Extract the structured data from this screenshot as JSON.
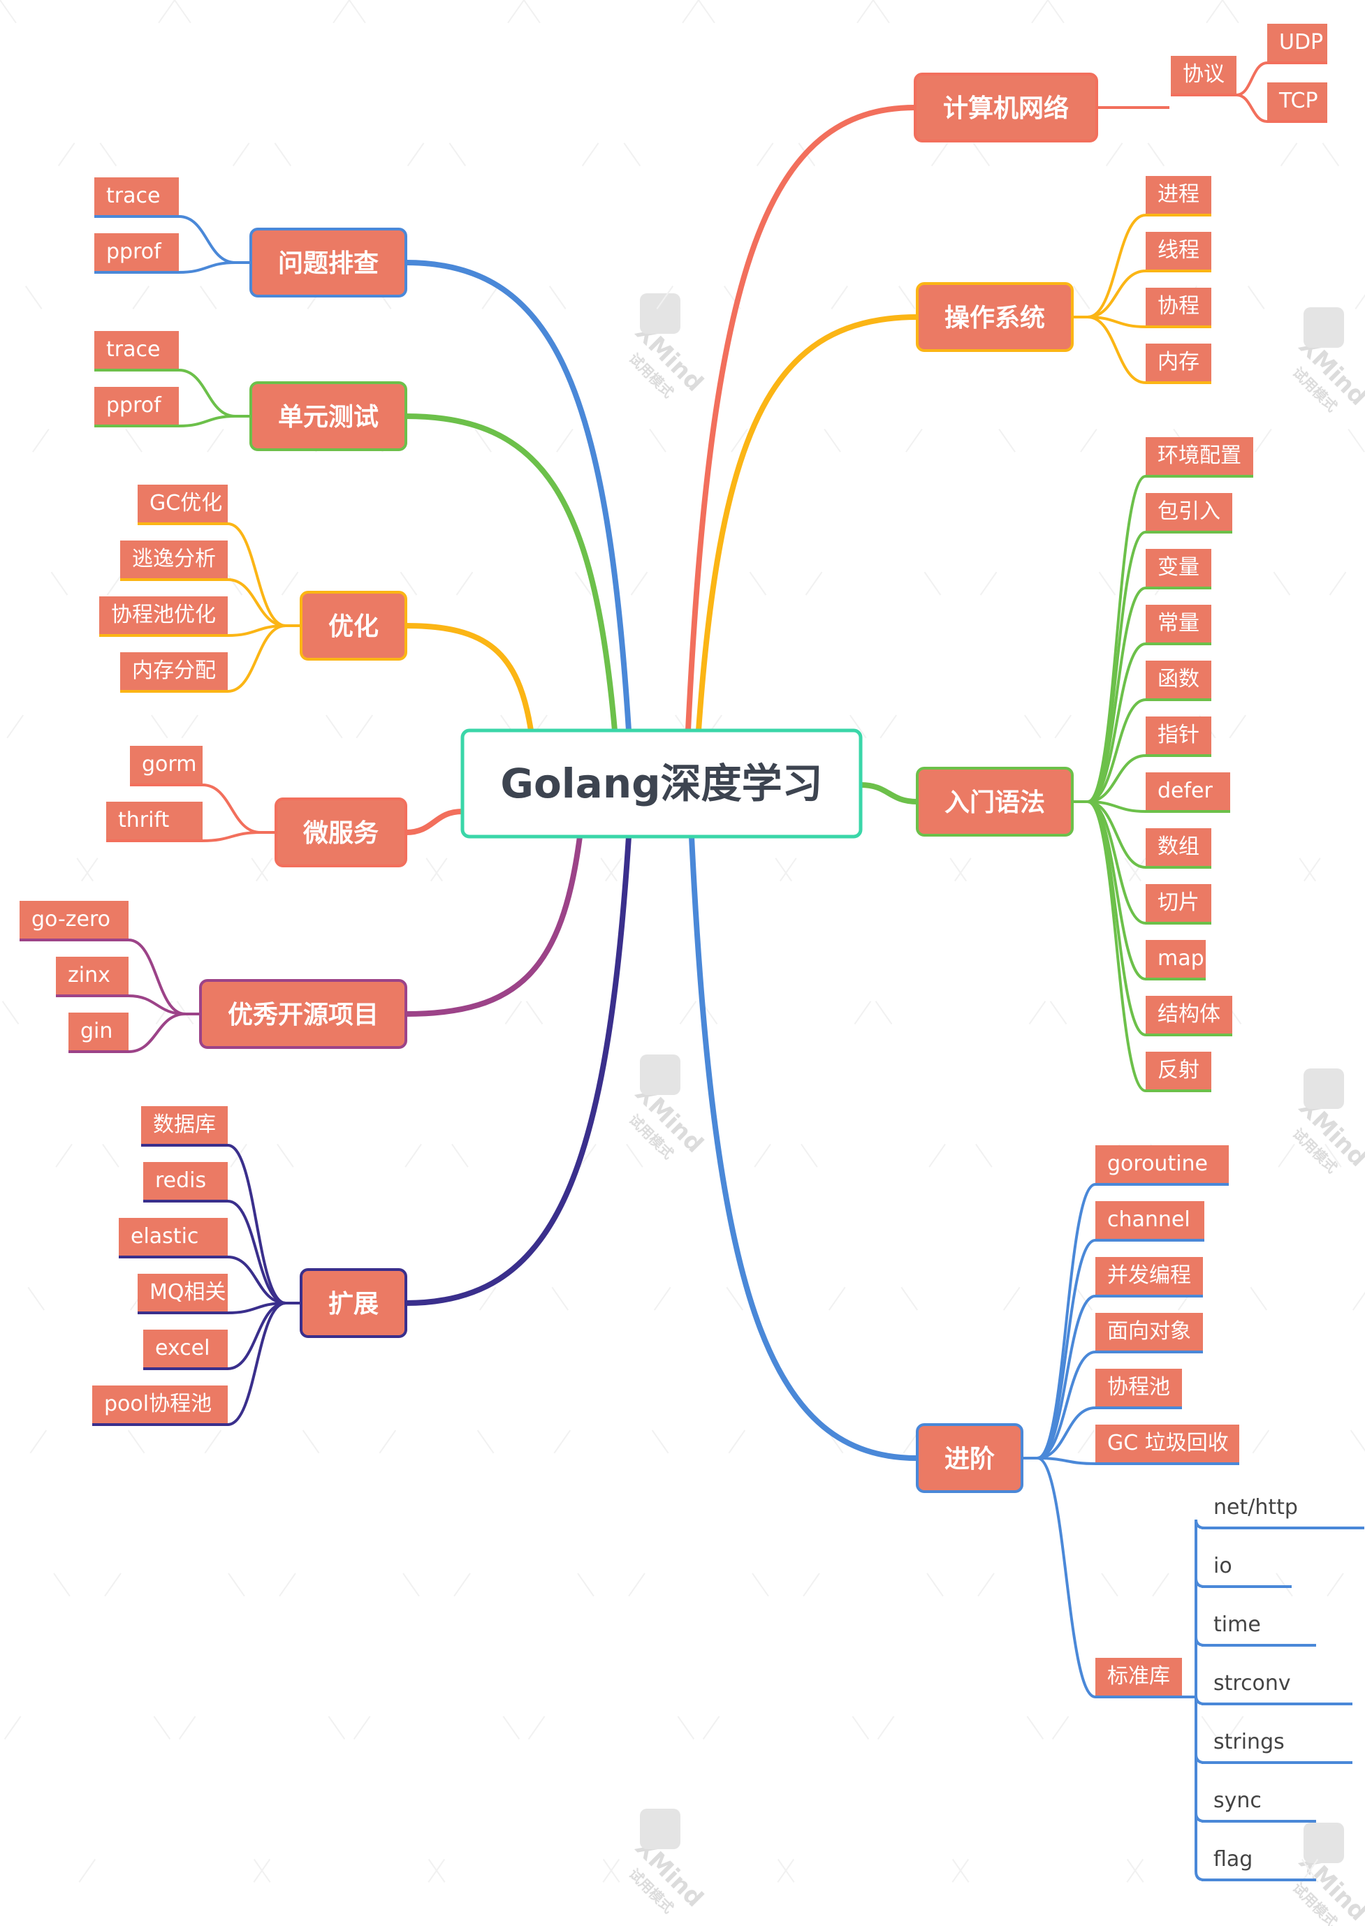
{
  "root": {
    "label": "Golang深度学习",
    "border": "#3ad6a8",
    "text": "#3d4450"
  },
  "watermark": {
    "brand": "XMind",
    "sub": "试用模式"
  },
  "colors": {
    "box": "#eb7a64",
    "label_text": "#ffffff",
    "leaf_text": "#444444"
  },
  "branches": [
    {
      "id": "network",
      "label": "计算机网络",
      "side": "right",
      "color": "#f26f5c",
      "children": [
        {
          "label": "协议",
          "children": [
            {
              "label": "UDP"
            },
            {
              "label": "TCP"
            }
          ]
        }
      ]
    },
    {
      "id": "os",
      "label": "操作系统",
      "side": "right",
      "color": "#fbb515",
      "children": [
        {
          "label": "进程"
        },
        {
          "label": "线程"
        },
        {
          "label": "协程"
        },
        {
          "label": "内存"
        }
      ]
    },
    {
      "id": "basics",
      "label": "入门语法",
      "side": "right",
      "color": "#6cc04a",
      "children": [
        {
          "label": "环境配置"
        },
        {
          "label": "包引入"
        },
        {
          "label": "变量"
        },
        {
          "label": "常量"
        },
        {
          "label": "函数"
        },
        {
          "label": "指针"
        },
        {
          "label": "defer"
        },
        {
          "label": "数组"
        },
        {
          "label": "切片"
        },
        {
          "label": "map"
        },
        {
          "label": "结构体"
        },
        {
          "label": "反射"
        }
      ]
    },
    {
      "id": "advanced",
      "label": "进阶",
      "side": "right",
      "color": "#4a88d8",
      "children": [
        {
          "label": "goroutine"
        },
        {
          "label": "channel"
        },
        {
          "label": "并发编程"
        },
        {
          "label": "面向对象"
        },
        {
          "label": "协程池"
        },
        {
          "label": "GC 垃圾回收"
        },
        {
          "label": "标准库",
          "children": [
            {
              "label": "net/http"
            },
            {
              "label": "io"
            },
            {
              "label": "time"
            },
            {
              "label": "strconv"
            },
            {
              "label": "strings"
            },
            {
              "label": "sync"
            },
            {
              "label": "flag"
            }
          ]
        }
      ]
    },
    {
      "id": "debug",
      "label": "问题排查",
      "side": "left",
      "color": "#4a88d8",
      "children": [
        {
          "label": "trace"
        },
        {
          "label": "pprof"
        }
      ]
    },
    {
      "id": "unittest",
      "label": "单元测试",
      "side": "left",
      "color": "#6cc04a",
      "children": [
        {
          "label": "trace"
        },
        {
          "label": "pprof"
        }
      ]
    },
    {
      "id": "optimize",
      "label": "优化",
      "side": "left",
      "color": "#fbb515",
      "children": [
        {
          "label": "GC优化"
        },
        {
          "label": "逃逸分析"
        },
        {
          "label": "协程池优化"
        },
        {
          "label": "内存分配"
        }
      ]
    },
    {
      "id": "micro",
      "label": "微服务",
      "side": "left",
      "color": "#f26f5c",
      "children": [
        {
          "label": "gorm"
        },
        {
          "label": "thrift"
        }
      ]
    },
    {
      "id": "opensource",
      "label": "优秀开源项目",
      "side": "left",
      "color": "#9c4388",
      "children": [
        {
          "label": "go-zero"
        },
        {
          "label": "zinx"
        },
        {
          "label": "gin"
        }
      ]
    },
    {
      "id": "extend",
      "label": "扩展",
      "side": "left",
      "color": "#3a2f8c",
      "children": [
        {
          "label": "数据库"
        },
        {
          "label": "redis"
        },
        {
          "label": "elastic"
        },
        {
          "label": "MQ相关"
        },
        {
          "label": "excel"
        },
        {
          "label": "pool协程池"
        }
      ]
    }
  ]
}
